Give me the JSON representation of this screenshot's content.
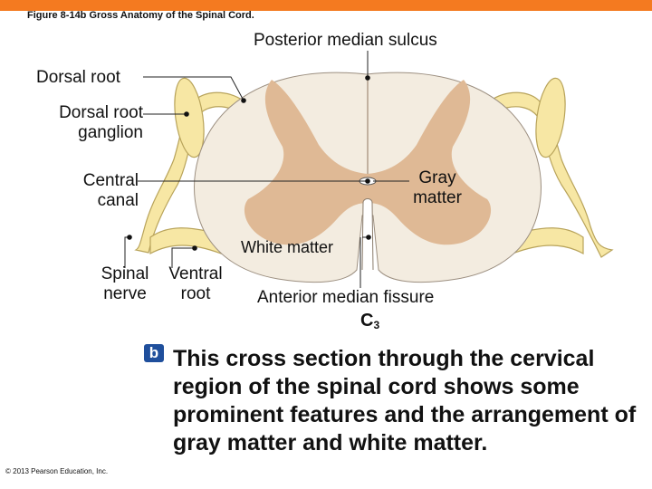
{
  "figure_title": "Figure 8-14b Gross Anatomy of the Spinal Cord.",
  "labels": {
    "posterior_median_sulcus": "Posterior median sulcus",
    "dorsal_root": "Dorsal root",
    "dorsal_root_ganglion_line1": "Dorsal root",
    "dorsal_root_ganglion_line2": "ganglion",
    "central_canal_line1": "Central",
    "central_canal_line2": "canal",
    "gray_matter_line1": "Gray",
    "gray_matter_line2": "matter",
    "white_matter": "White matter",
    "spinal_nerve_line1": "Spinal",
    "spinal_nerve_line2": "nerve",
    "ventral_root_line1": "Ventral",
    "ventral_root_line2": "root",
    "anterior_median_fissure": "Anterior median fissure",
    "segment_letter": "C",
    "segment_number": "3"
  },
  "panel_badge": "b",
  "caption": "This cross section through the cervical region of the spinal cord shows some prominent features and the arrangement of gray matter and white matter.",
  "copyright": "© 2013 Pearson Education, Inc.",
  "colors": {
    "top_bar": "#f47a20",
    "white_matter": "#f3ece0",
    "gray_matter": "#dfb995",
    "nerve_fill": "#f7e7a4",
    "nerve_outline": "#b8a35a",
    "badge": "#1f4f9c"
  }
}
